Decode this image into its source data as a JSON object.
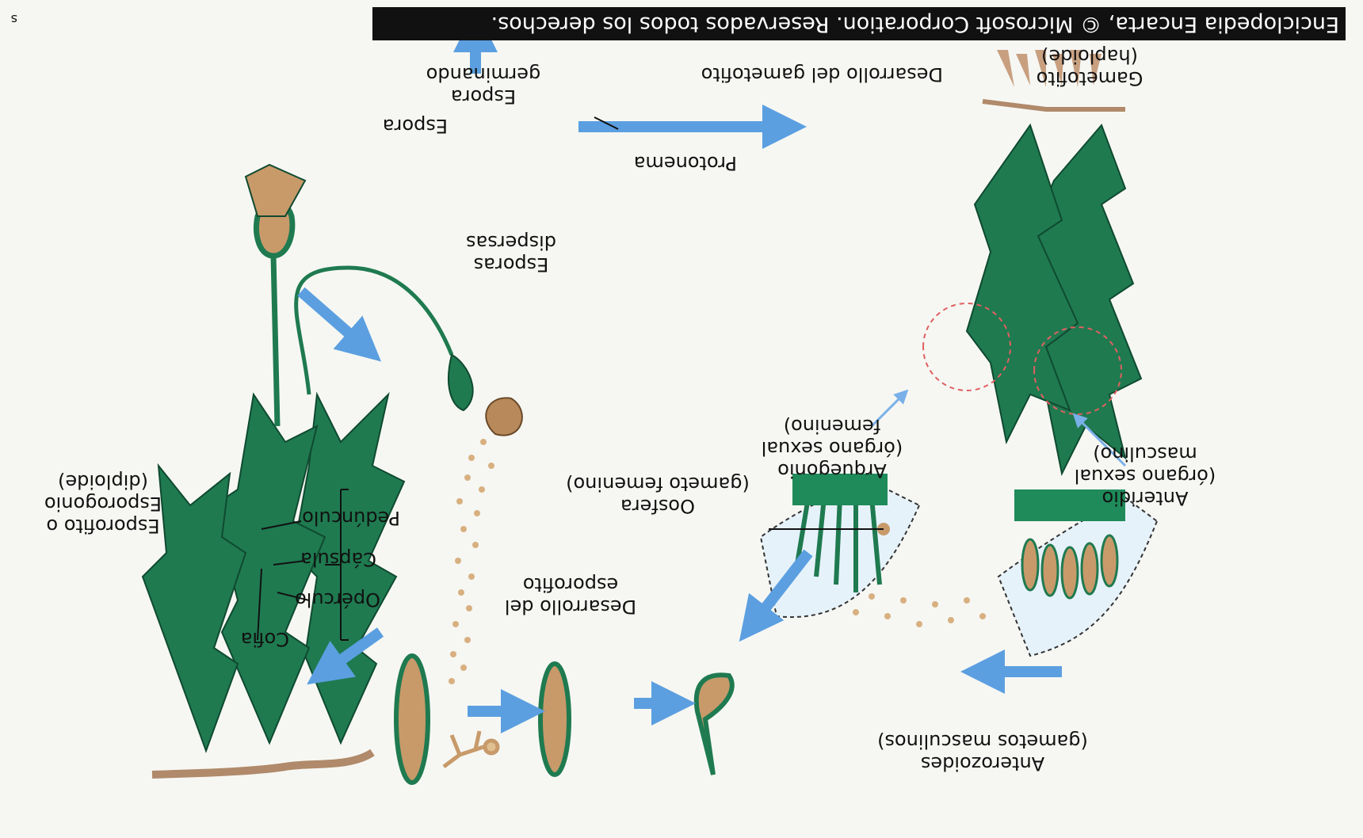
{
  "copyright": "Enciclopedia Encarta, © Microsoft Corporation. Reservados todos los derechos.",
  "page_mark": "s",
  "labels": {
    "gametofito": [
      "Gametofito",
      "(haploide)"
    ],
    "desarrollo_gametofito": "Desarrollo del gametofito",
    "espora_germinando": [
      "Espora",
      "germinando"
    ],
    "espora": "Espora",
    "protonema": "Protonema",
    "esporas_dispersas": [
      "Esporas",
      "dispersas"
    ],
    "esporofito": [
      "Esporofito o",
      "Esporogonio",
      "(diploide)"
    ],
    "pedunculo": "Pedúnculo",
    "capsula": "Cápsula",
    "operculo": "Opérculo",
    "cofia": "Cofia",
    "desarrollo_esporofito": [
      "Desarrollo del",
      "esporofito"
    ],
    "oosfera": [
      "Oosfera",
      "(gameto femenino)"
    ],
    "arquegonio": [
      "Arquegonio",
      "(órgano sexual",
      "femenino)"
    ],
    "anteridio": [
      "Anteridio",
      "(órgano sexual",
      "masculino)"
    ],
    "anterozoides": [
      "Anterozoides",
      "(gametos masculinos)"
    ]
  },
  "colors": {
    "plant_green": "#1f7a50",
    "plant_dark": "#0f4a30",
    "capsule_brown": "#c89a6a",
    "arrow_blue": "#5b9fe0",
    "soil": "#b08a6a",
    "circle_red": "#e06060"
  }
}
